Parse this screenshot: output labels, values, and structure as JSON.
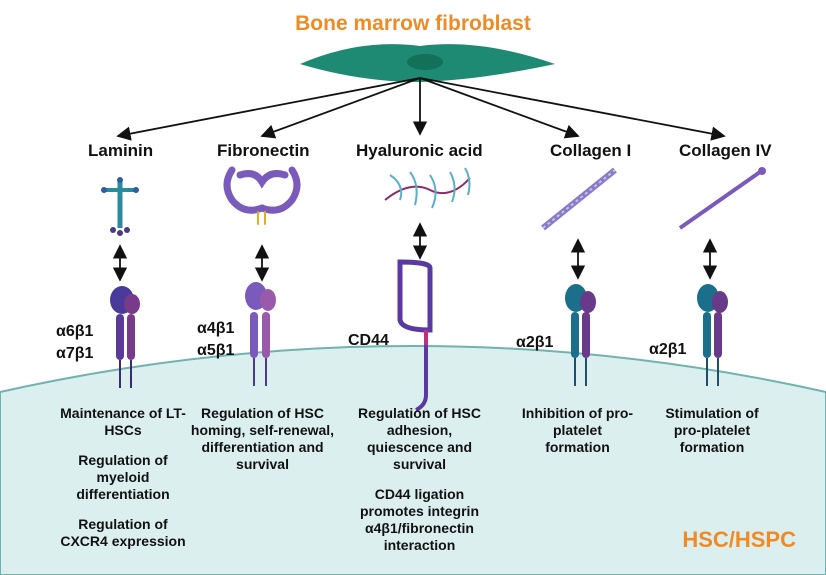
{
  "title": "Bone marrow  fibroblast",
  "colors": {
    "orange": "#f08a24",
    "cell_fill": "#dcefef",
    "membrane": "#6fb3b0",
    "fibroblast": "#1e8a73",
    "purple": "#6a4aa0",
    "teal": "#1b6f8a"
  },
  "ecm": [
    {
      "label": "Laminin"
    },
    {
      "label": "Fibronectin"
    },
    {
      "label": "Hyaluronic acid"
    },
    {
      "label": "Collagen I"
    },
    {
      "label": "Collagen IV"
    }
  ],
  "receptors": {
    "laminin": [
      "α6β1",
      "α7β1"
    ],
    "fibronectin": [
      "α4β1",
      "α5β1"
    ],
    "hyaluronic": "CD44",
    "collagen1": "α2β1",
    "collagen4": "α2β1"
  },
  "descriptions": {
    "laminin": [
      "Maintenance of LT-HSCs",
      "Regulation of myeloid differentiation",
      "Regulation of CXCR4 expression"
    ],
    "fibronectin": [
      "Regulation of HSC homing, self-renewal, differentiation and survival"
    ],
    "hyaluronic": [
      "Regulation of HSC adhesion, quiescence and survival",
      "CD44 ligation promotes integrin α4β1/fibronectin interaction"
    ],
    "collagen1": [
      "Inhibition of pro-platelet formation"
    ],
    "collagen4": [
      "Stimulation of pro-platelet formation"
    ]
  },
  "cell_label": "HSC/HSPC"
}
